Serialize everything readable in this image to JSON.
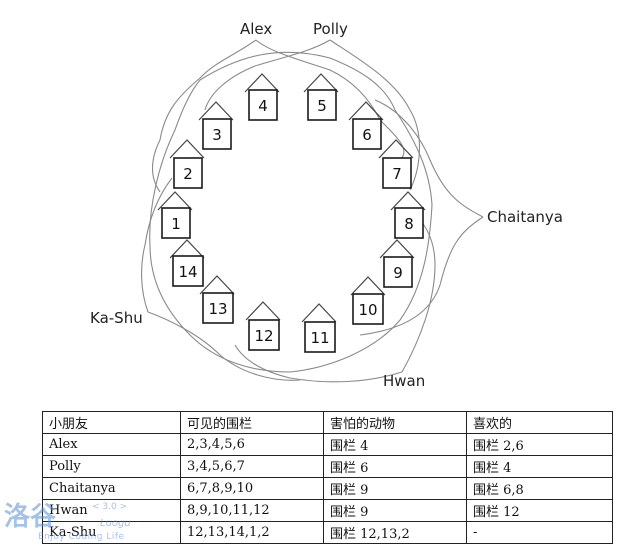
{
  "diagram": {
    "pens": [
      "1",
      "2",
      "3",
      "4",
      "5",
      "6",
      "7",
      "8",
      "9",
      "10",
      "11",
      "12",
      "13",
      "14"
    ],
    "children": {
      "alex": "Alex",
      "polly": "Polly",
      "chaitanya": "Chaitanya",
      "hwan": "Hwan",
      "kashu": "Ka-Shu"
    }
  },
  "table": {
    "headers": [
      "小朋友",
      "可见的围栏",
      "害怕的动物",
      "喜欢的"
    ],
    "rows": [
      [
        "Alex",
        "2,3,4,5,6",
        "围栏 4",
        "围栏 2,6"
      ],
      [
        "Polly",
        "3,4,5,6,7",
        "围栏 6",
        "围栏 4"
      ],
      [
        "Chaitanya",
        "6,7,8,9,10",
        "围栏 9",
        "围栏 6,8"
      ],
      [
        "Hwan",
        "8,9,10,11,12",
        "围栏 9",
        "围栏 12"
      ],
      [
        "Ka-Shu",
        "12,13,14,1,2",
        "围栏 12,13,2",
        "-"
      ]
    ]
  },
  "watermark": {
    "logo": "洛谷",
    "version": "< 3.0 >",
    "name": "Luogu",
    "tagline": "Enjoy Coding Life"
  }
}
